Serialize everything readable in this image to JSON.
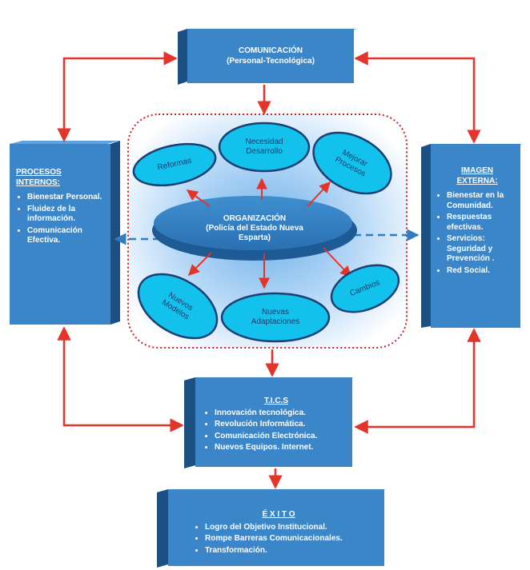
{
  "comunicacion": {
    "title": "COMUNICACIÓN",
    "subtitle": "(Personal-Tecnológica)"
  },
  "procesos": {
    "title_line1": "PROCESOS",
    "title_line2": "INTERNOS:",
    "items": [
      "Bienestar Personal.",
      "Fluidez de la información.",
      "Comunicación Efectiva."
    ]
  },
  "imagen": {
    "title_line1": "IMAGEN",
    "title_line2": "EXTERNA:",
    "items": [
      "Bienestar en la Comunidad.",
      "Respuestas efectivas.",
      "Servicios: Seguridad y Prevención .",
      "Red Social."
    ]
  },
  "organizacion": {
    "line1": "ORGANIZACIÓN",
    "line2": "(Policía del Estado Nueva",
    "line3": "Esparta)"
  },
  "ellipses": {
    "reformas": "Reformas",
    "necesidad_1": "Necesidad",
    "necesidad_2": "Desarrollo",
    "mejorar_1": "Mejorar",
    "mejorar_2": "Procesos",
    "nuevos_modelos_1": "Nuevos",
    "nuevos_modelos_2": "Modelos",
    "adaptaciones_1": "Nuevas",
    "adaptaciones_2": "Adaptaciones",
    "cambios": "Cambios"
  },
  "tics": {
    "title": "T.I.C.S",
    "items": [
      "Innovación tecnológica.",
      "Revolución Informática.",
      "Comunicación Electrónica.",
      "Nuevos Equipos. Internet."
    ]
  },
  "exito": {
    "title": "É X I T O",
    "items": [
      "Logro del Objetivo Institucional.",
      "Rompe Barreras Comunicacionales.",
      "Transformación."
    ]
  },
  "colors": {
    "box_front": "#3a86c8",
    "box_side": "#1c4f82",
    "ellipse_fill": "#12c2ec",
    "ellipse_stroke": "#1b3f73",
    "arrow": "#e53329",
    "dashed": "#2f7fc0"
  }
}
